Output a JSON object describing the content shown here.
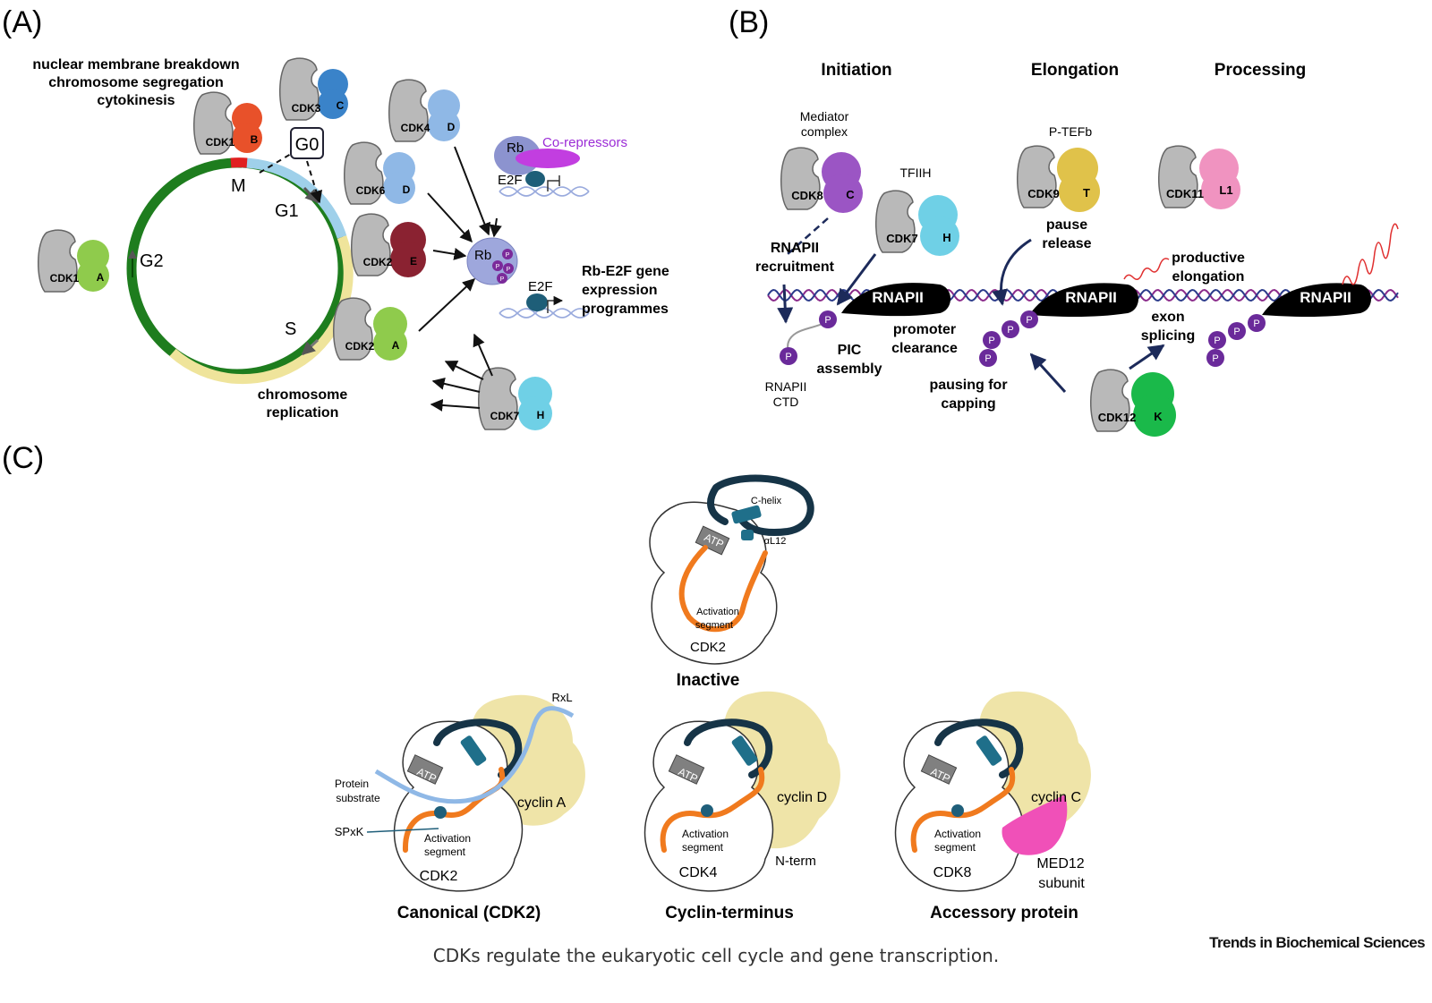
{
  "panels": {
    "a": "(A)",
    "b": "(B)",
    "c": "(C)"
  },
  "panel_a": {
    "m_phase_events": [
      "nuclear membrane breakdown",
      "chromosome segregation",
      "cytokinesis"
    ],
    "phases": {
      "m": "M",
      "g1": "G1",
      "g2": "G2",
      "s": "S",
      "g0": "G0"
    },
    "s_phase_events": [
      "chromosome",
      "replication"
    ],
    "complexes": [
      {
        "cdk": "CDK1",
        "cyclin": "B",
        "color": "#e8512a"
      },
      {
        "cdk": "CDK3",
        "cyclin": "C",
        "color": "#3a83c9"
      },
      {
        "cdk": "CDK1",
        "cyclin": "A",
        "color": "#8fcb4c"
      },
      {
        "cdk": "CDK4",
        "cyclin": "D",
        "color": "#8fb8e6"
      },
      {
        "cdk": "CDK6",
        "cyclin": "D",
        "color": "#8fb8e6"
      },
      {
        "cdk": "CDK2",
        "cyclin": "E",
        "color": "#8a2231"
      },
      {
        "cdk": "CDK2",
        "cyclin": "A",
        "color": "#8fcb4c"
      },
      {
        "cdk": "CDK7",
        "cyclin": "H",
        "color": "#6fd0e6"
      }
    ],
    "rb": "Rb",
    "p": "P",
    "e2f": "E2F",
    "corepressors": "Co-repressors",
    "rb_e2f_programmes": [
      "Rb-E2F gene",
      "expression",
      "programmes"
    ]
  },
  "panel_b": {
    "stages": {
      "initiation": "Initiation",
      "elongation": "Elongation",
      "processing": "Processing"
    },
    "mediator": [
      "Mediator",
      "complex"
    ],
    "tfiih": "TFIIH",
    "ptefb": "P-TEFb",
    "complexes": [
      {
        "cdk": "CDK8",
        "cyclin": "C",
        "color": "#9b55c4"
      },
      {
        "cdk": "CDK7",
        "cyclin": "H",
        "color": "#6fd0e6"
      },
      {
        "cdk": "CDK9",
        "cyclin": "T",
        "color": "#e0c24a"
      },
      {
        "cdk": "CDK11",
        "cyclin": "L1",
        "color": "#f093c0"
      },
      {
        "cdk": "CDK12",
        "cyclin": "K",
        "color": "#1ab94a"
      }
    ],
    "rnapii": "RNAPII",
    "p": "P",
    "rnapii_recruitment": [
      "RNAPII",
      "recruitment"
    ],
    "rnapii_ctd": [
      "RNAPII",
      "CTD"
    ],
    "pic_assembly": [
      "PIC",
      "assembly"
    ],
    "promoter_clearance": [
      "promoter",
      "clearance"
    ],
    "pause_release": [
      "pause",
      "release"
    ],
    "pausing_for_capping": [
      "pausing for",
      "capping"
    ],
    "productive_elongation": [
      "productive",
      "elongation"
    ],
    "exon_splicing": [
      "exon",
      "splicing"
    ]
  },
  "panel_c": {
    "inactive": {
      "title": "Inactive",
      "c_helix": "C-helix",
      "al12": "αL12",
      "atp": "ATP",
      "activation_segment": [
        "Activation",
        "segment"
      ],
      "cdk": "CDK2"
    },
    "canonical": {
      "title": "Canonical (CDK2)",
      "rxl": "RxL",
      "protein_substrate": [
        "Protein",
        "substrate"
      ],
      "spxk": "SPxK",
      "atp": "ATP",
      "activation_segment": [
        "Activation",
        "segment"
      ],
      "cyclin": "cyclin A",
      "cdk": "CDK2"
    },
    "cyclin_terminus": {
      "title": "Cyclin-terminus",
      "atp": "ATP",
      "activation_segment": [
        "Activation",
        "segment"
      ],
      "cyclin": "cyclin D",
      "nterm": "N-term",
      "cdk": "CDK4"
    },
    "accessory": {
      "title": "Accessory protein",
      "atp": "ATP",
      "activation_segment": [
        "Activation",
        "segment"
      ],
      "cyclin": "cyclin C",
      "med12": [
        "MED12",
        "subunit"
      ],
      "cdk": "CDK8"
    }
  },
  "caption": "CDKs regulate the eukaryotic cell cycle and gene transcription.",
  "credit": "Trends in Biochemical Sciences"
}
